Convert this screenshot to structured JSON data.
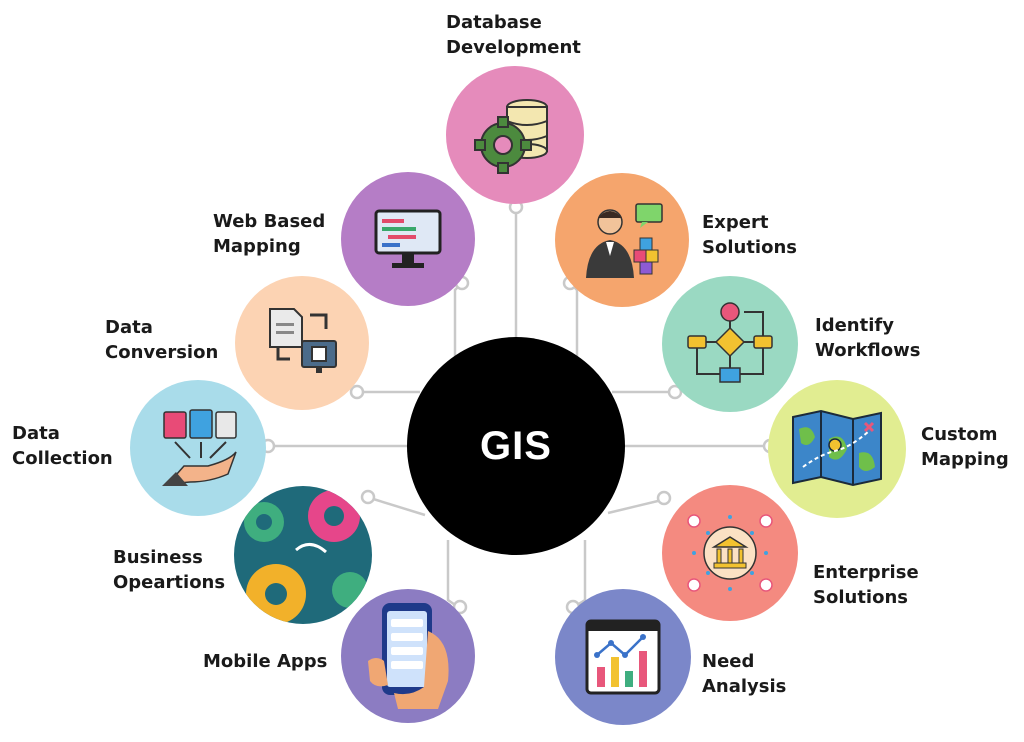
{
  "hub": {
    "label": "GIS",
    "color": "#000000"
  },
  "nodes": [
    {
      "id": "database-development",
      "lines": [
        "Database",
        "Development"
      ],
      "color": "#e58bbb",
      "icon": "gear-database-icon"
    },
    {
      "id": "web-based-mapping",
      "lines": [
        "Web Based",
        "Mapping"
      ],
      "color": "#b57dc6",
      "icon": "monitor-code-icon"
    },
    {
      "id": "data-conversion",
      "lines": [
        "Data",
        "Conversion"
      ],
      "color": "#fcd3b3",
      "icon": "document-convert-icon"
    },
    {
      "id": "data-collection",
      "lines": [
        "Data",
        "Collection"
      ],
      "color": "#a9dcea",
      "icon": "documents-hand-icon"
    },
    {
      "id": "business-operations",
      "lines": [
        "Business",
        "Opeartions"
      ],
      "color": "#1f6a7a",
      "icon": "gears-icon"
    },
    {
      "id": "mobile-apps",
      "lines": [
        "Mobile Apps"
      ],
      "color": "#8c7cc2",
      "icon": "phone-hand-icon"
    },
    {
      "id": "expert-solutions",
      "lines": [
        "Expert",
        "Solutions"
      ],
      "color": "#f5a56d",
      "icon": "expert-cubes-icon"
    },
    {
      "id": "identify-workflows",
      "lines": [
        "Identify",
        "Workflows"
      ],
      "color": "#9ad9c2",
      "icon": "flowchart-icon"
    },
    {
      "id": "custom-mapping",
      "lines": [
        "Custom",
        "Mapping"
      ],
      "color": "#e1ed91",
      "icon": "map-icon"
    },
    {
      "id": "enterprise-solutions",
      "lines": [
        "Enterprise",
        "Solutions"
      ],
      "color": "#f48a80",
      "icon": "bank-network-icon"
    },
    {
      "id": "need-analysis",
      "lines": [
        "Need",
        "Analysis"
      ],
      "color": "#7b87c9",
      "icon": "analytics-chart-icon"
    }
  ],
  "connector_color": "#c9c9c9"
}
